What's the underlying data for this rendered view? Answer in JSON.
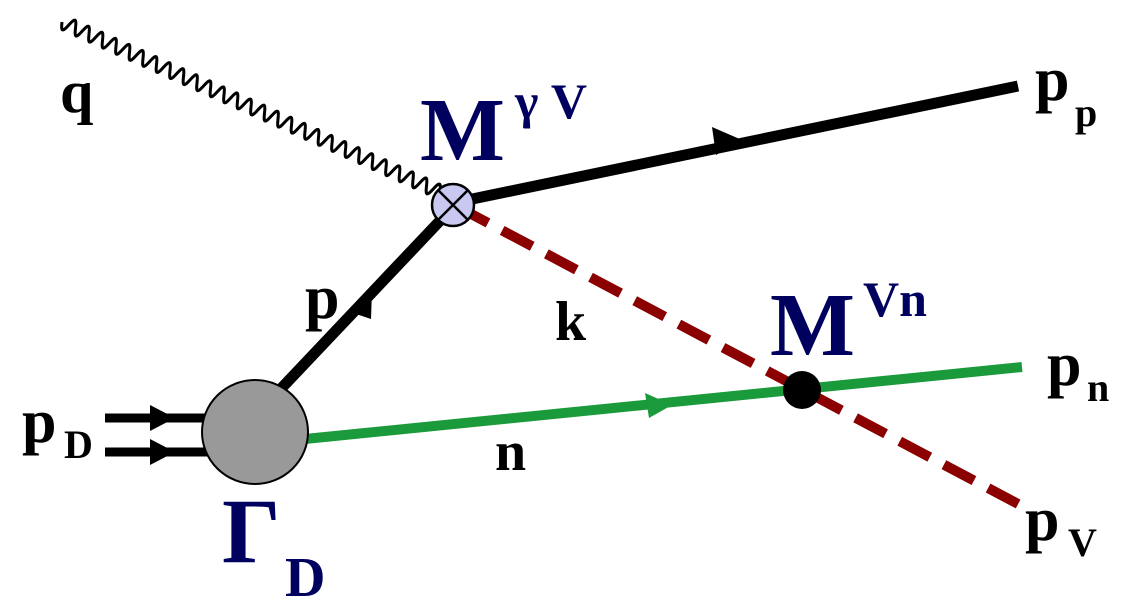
{
  "colors": {
    "proton_line": "#000000",
    "neutron_line": "#1a9a3a",
    "meson_line": "#8b0000",
    "vertex_label": "#00005f",
    "deuteron_blob": "#999999",
    "photon_vertex_fill": "#c8c8f0"
  },
  "labels": {
    "photon": "q",
    "deuteron_momentum": "p",
    "deuteron_sub": "D",
    "intermediate_proton": "p",
    "exchanged_meson": "k",
    "neutron": "n",
    "final_proton": "p",
    "final_proton_sub": "p",
    "final_neutron": "p",
    "final_neutron_sub": "n",
    "final_meson": "p",
    "final_meson_sub": "V"
  },
  "vertices": {
    "photon_vertex_main": "M",
    "photon_vertex_sup": "γ V",
    "meson_vertex_main": "M",
    "meson_vertex_sup": "Vn",
    "deuteron_vertex_main": "Γ",
    "deuteron_vertex_sub": "D"
  },
  "icons": {
    "photon_vertex": "circle-cross-icon",
    "rescattering_vertex": "filled-dot-icon",
    "deuteron_vertex": "gray-blob-icon"
  }
}
